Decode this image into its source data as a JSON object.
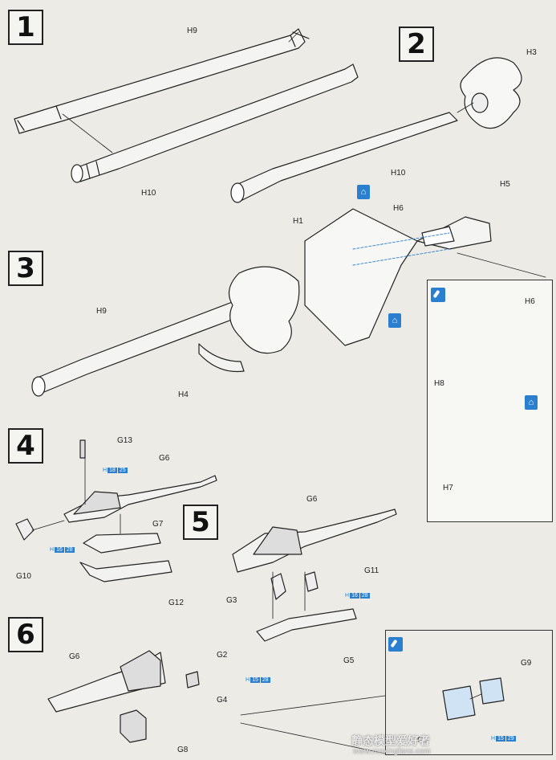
{
  "steps": [
    "1",
    "2",
    "3",
    "4",
    "5",
    "6"
  ],
  "parts": {
    "H9": "H9",
    "H10": "H10",
    "H3": "H3",
    "H1": "H1",
    "H4": "H4",
    "H5": "H5",
    "H6": "H6",
    "H7": "H7",
    "H8": "H8",
    "G2": "G2",
    "G3": "G3",
    "G4": "G4",
    "G5": "G5",
    "G6": "G6",
    "G7": "G7",
    "G8": "G8",
    "G9": "G9",
    "G10": "G10",
    "G11": "G11",
    "G12": "G12",
    "G13": "G13"
  },
  "references": {
    "ref_h18_25": {
      "prefix": "H",
      "a": "18",
      "b": "25"
    },
    "ref_h16_28": {
      "prefix": "H",
      "a": "16",
      "b": "28"
    },
    "ref_h15_28": {
      "prefix": "H",
      "a": "15",
      "b": "28"
    },
    "ref_h15_29": {
      "prefix": "H",
      "a": "15",
      "b": "29"
    }
  },
  "icons": {
    "glue": "glue-icon",
    "paint": "paint-brush-icon"
  },
  "watermark": {
    "line1": "静态模型爱好者",
    "line2": "www.moxingfans.com"
  },
  "colors": {
    "accent": "#2a7fcf",
    "line": "#222222",
    "paper": "#ecebe6"
  }
}
